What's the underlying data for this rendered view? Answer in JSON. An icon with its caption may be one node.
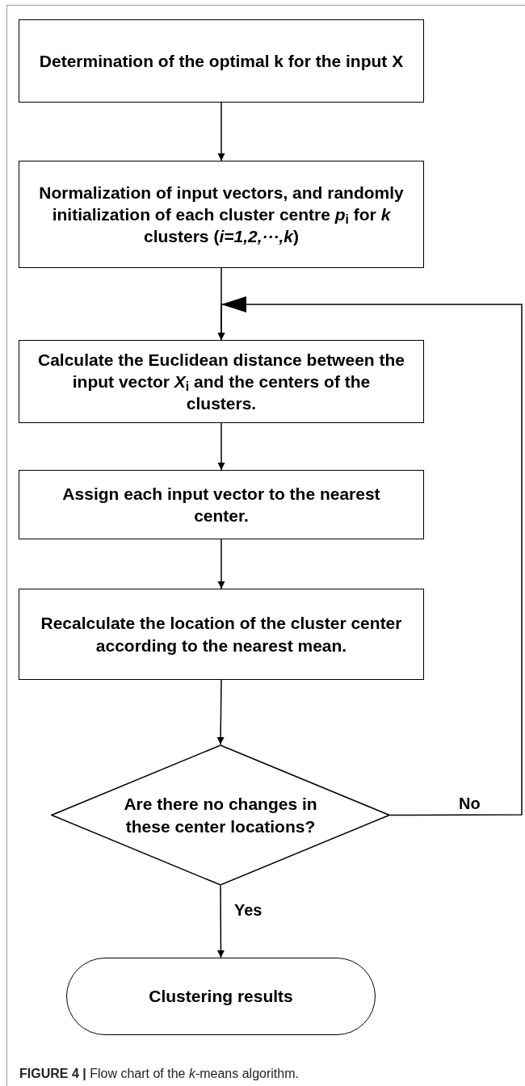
{
  "diagram": {
    "nodes": [
      {
        "text": [
          "Determination of the optimal k for the input X"
        ]
      },
      {
        "text": [
          "Normalization of input vectors, and randomly initialization of each cluster centre *p*$_{i}$ for *k* clusters (*i=1,2,···,k*)"
        ]
      },
      {
        "text": [
          "Calculate the Euclidean distance between the input vector *X*$_{i}$ and the centers of the clusters."
        ]
      },
      {
        "text": [
          "Assign each input vector to the nearest center."
        ]
      },
      {
        "text": [
          "Recalculate the location of the cluster center according to the nearest mean."
        ]
      },
      {
        "text": [
          "Are there no changes in these center locations?"
        ]
      },
      {
        "text": [
          "Clustering results"
        ]
      }
    ],
    "edges": [
      {
        "from": 0,
        "to": 1,
        "arrow": "to"
      },
      {
        "from": 1,
        "to": 2,
        "arrow": "to"
      },
      {
        "from": 2,
        "to": 3,
        "arrow": "to"
      },
      {
        "from": 3,
        "to": 4,
        "arrow": "to"
      },
      {
        "from": 4,
        "to": 5,
        "arrow": "to"
      },
      {
        "from": 5,
        "to": 2,
        "arrow": "to",
        "label": "No"
      },
      {
        "from": 5,
        "to": 6,
        "arrow": "to",
        "label": "Yes"
      }
    ],
    "caption": "**FIGURE 4 |** Flow chart of the *k*-means algorithm."
  }
}
